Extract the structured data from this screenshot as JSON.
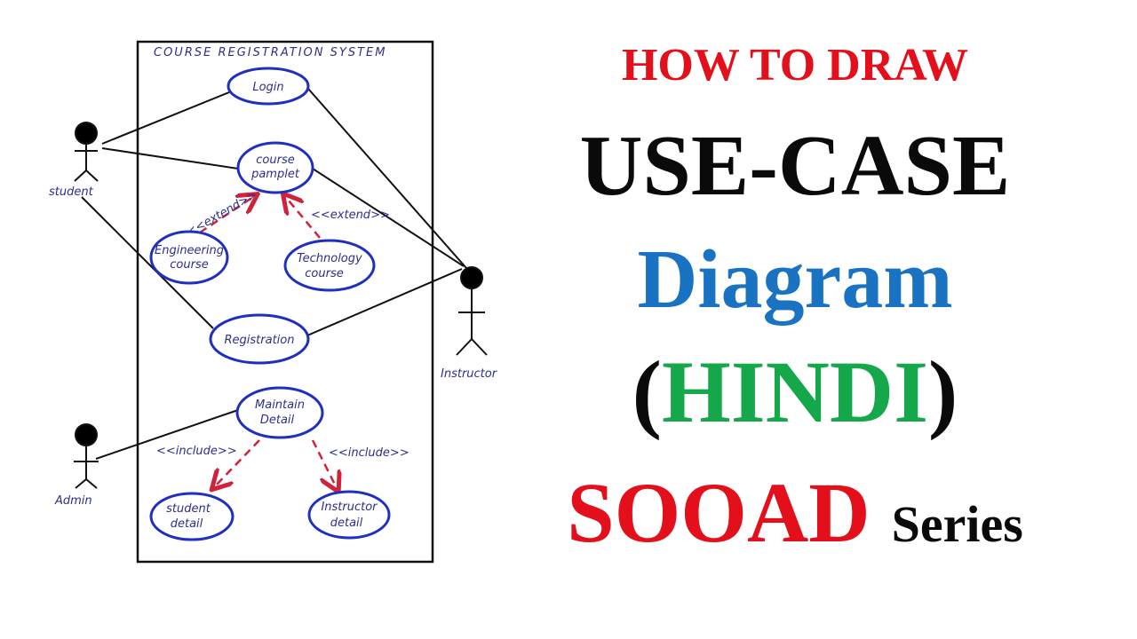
{
  "diagram": {
    "system_title": "COURSE REGISTRATION SYSTEM",
    "actors": {
      "student": "student",
      "instructor": "Instructor",
      "admin": "Admin"
    },
    "use_cases": {
      "login": [
        "Login"
      ],
      "course_pamplet": [
        "course",
        "pamplet"
      ],
      "engineering_course": [
        "Engineering",
        "course"
      ],
      "technology_course": [
        "Technology",
        "course"
      ],
      "registration": [
        "Registration"
      ],
      "maintain_detail": [
        "Maintain",
        "Detail"
      ],
      "student_detail": [
        "student",
        "detail"
      ],
      "instructor_detail": [
        "Instructor",
        "detail"
      ]
    },
    "relations": {
      "extend": "<<extend>>",
      "include": "<<include>>"
    }
  },
  "headline": {
    "line1": "HOW TO DRAW",
    "line2": "USE-CASE",
    "line3": "Diagram",
    "paren_open": "(",
    "line4": "HINDI",
    "paren_close": ")",
    "line5": "SOOAD",
    "line5_suffix": "Series"
  },
  "colors": {
    "red": "#e3101c",
    "blue": "#1a72c2",
    "green": "#14a84a",
    "black": "#0a0a0a",
    "usecase_stroke": "#1f2fc0",
    "dependency": "#d0223a"
  }
}
